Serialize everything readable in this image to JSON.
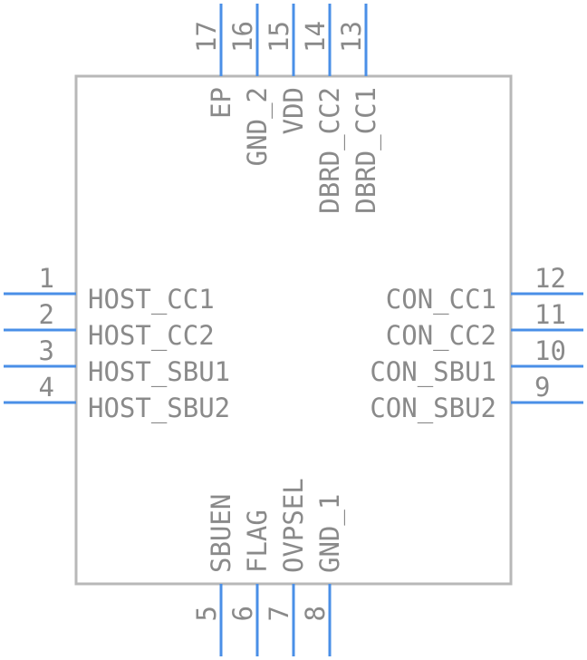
{
  "colors": {
    "body_outline": "#b8b8b8",
    "pin": "#4a8fe7",
    "text": "#8a8a8a"
  },
  "component": {
    "left_pins": [
      {
        "number": "1",
        "name": "HOST_CC1"
      },
      {
        "number": "2",
        "name": "HOST_CC2"
      },
      {
        "number": "3",
        "name": "HOST_SBU1"
      },
      {
        "number": "4",
        "name": "HOST_SBU2"
      }
    ],
    "right_pins": [
      {
        "number": "12",
        "name": "CON_CC1"
      },
      {
        "number": "11",
        "name": "CON_CC2"
      },
      {
        "number": "10",
        "name": "CON_SBU1"
      },
      {
        "number": "9",
        "name": "CON_SBU2"
      }
    ],
    "top_pins": [
      {
        "number": "17",
        "name": "EP"
      },
      {
        "number": "16",
        "name": "GND_2"
      },
      {
        "number": "15",
        "name": "VDD"
      },
      {
        "number": "14",
        "name": "DBRD_CC2"
      },
      {
        "number": "13",
        "name": "DBRD_CC1"
      }
    ],
    "bottom_pins": [
      {
        "number": "5",
        "name": "SBUEN"
      },
      {
        "number": "6",
        "name": "FLAG"
      },
      {
        "number": "7",
        "name": "OVPSEL"
      },
      {
        "number": "8",
        "name": "GND_1"
      }
    ]
  }
}
